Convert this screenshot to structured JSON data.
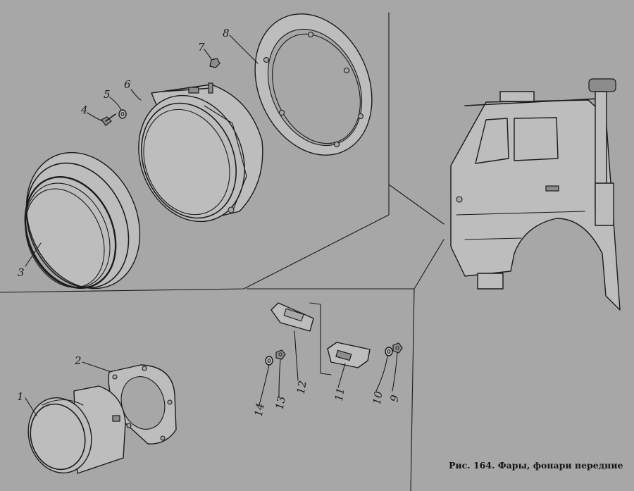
{
  "caption": "Рис. 164. Фары, фонари передние",
  "callouts": [
    {
      "id": "1",
      "label": "1"
    },
    {
      "id": "2",
      "label": "2"
    },
    {
      "id": "3",
      "label": "3"
    },
    {
      "id": "4",
      "label": "4"
    },
    {
      "id": "5",
      "label": "5"
    },
    {
      "id": "6",
      "label": "6"
    },
    {
      "id": "7",
      "label": "7"
    },
    {
      "id": "8",
      "label": "8"
    },
    {
      "id": "9",
      "label": "9"
    },
    {
      "id": "10",
      "label": "10"
    },
    {
      "id": "11",
      "label": "11"
    },
    {
      "id": "12",
      "label": "12"
    },
    {
      "id": "13",
      "label": "13"
    },
    {
      "id": "14",
      "label": "14"
    }
  ]
}
